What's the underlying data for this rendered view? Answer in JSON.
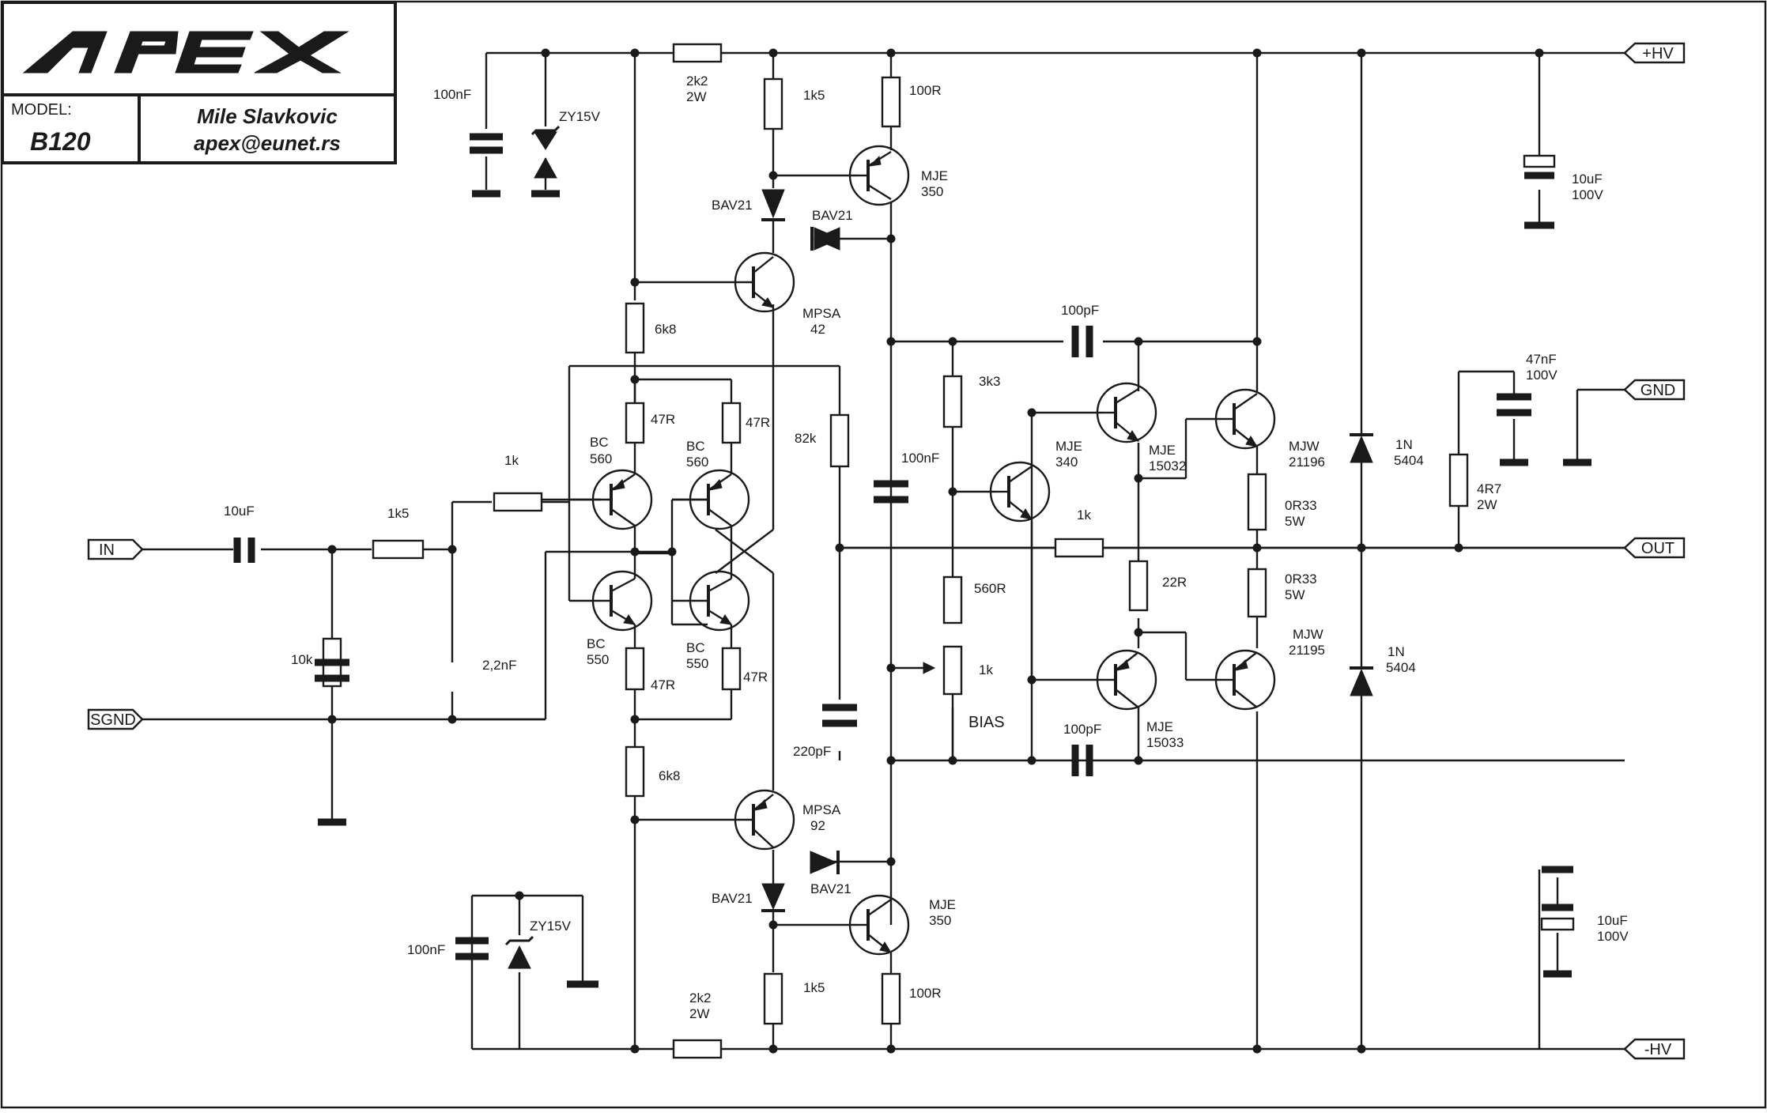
{
  "title_block": {
    "logo": "APEX",
    "model_label": "MODEL:",
    "model_value": "B120",
    "author": "Mile Slavkovic",
    "email": "apex@eunet.rs"
  },
  "ports": {
    "in": "IN",
    "sgnd": "SGND",
    "out": "OUT",
    "gnd": "GND",
    "hv_pos": "+HV",
    "hv_neg": "-HV"
  },
  "labels": {
    "c_top_100nF": "100nF",
    "zy_top": "ZY15V",
    "r_2k2_top_a": "2k2",
    "r_2k2_top_b": "2W",
    "r_1k5_top": "1k5",
    "r_100R_top": "100R",
    "mje350_top_a": "MJE",
    "mje350_top_b": "350",
    "bav21_a": "BAV21",
    "bav21_b": "BAV21",
    "mpsa42_a": "MPSA",
    "mpsa42_b": "42",
    "r_6k8_top": "6k8",
    "r_47R_1": "47R",
    "r_47R_2": "47R",
    "r_82k": "82k",
    "bc560_l_a": "BC",
    "bc560_l_b": "560",
    "bc560_r_a": "BC",
    "bc560_r_b": "560",
    "r_1k_in": "1k",
    "c_10uF_in": "10uF",
    "r_1k5_in": "1k5",
    "r_10k": "10k",
    "c_2n2": "2,2nF",
    "bc550_l_a": "BC",
    "bc550_l_b": "550",
    "bc550_r_a": "BC",
    "bc550_r_b": "550",
    "r_47R_3": "47R",
    "r_47R_4": "47R",
    "r_6k8_bot": "6k8",
    "c_220pF": "220pF",
    "mpsa92_a": "MPSA",
    "mpsa92_b": "92",
    "bav21_c": "BAV21",
    "bav21_d": "BAV21",
    "mje350_bot_a": "MJE",
    "mje350_bot_b": "350",
    "c_bot_100nF": "100nF",
    "zy_bot": "ZY15V",
    "r_1k5_bot": "1k5",
    "r_100R_bot": "100R",
    "r_2k2_bot_a": "2k2",
    "r_2k2_bot_b": "2W",
    "c_100pF_top": "100pF",
    "r_3k3": "3k3",
    "c_100nF_mid": "100nF",
    "mje340_a": "MJE",
    "mje340_b": "340",
    "mje15032_a": "MJE",
    "mje15032_b": "15032",
    "mjw21196_a": "MJW",
    "mjw21196_b": "21196",
    "r_0R33_1a": "0R33",
    "r_0R33_1b": "5W",
    "r_1k_fb": "1k",
    "r_560R": "560R",
    "r_22R": "22R",
    "r_0R33_2a": "0R33",
    "r_0R33_2b": "5W",
    "mjw21195_a": "MJW",
    "mjw21195_b": "21195",
    "pot_1k": "1k",
    "bias": "BIAS",
    "c_100pF_bot": "100pF",
    "mje15033_a": "MJE",
    "mje15033_b": "15033",
    "d_1n5404_top_a": "1N",
    "d_1n5404_top_b": "5404",
    "d_1n5404_bot_a": "1N",
    "d_1n5404_bot_b": "5404",
    "c_10uF_top_a": "10uF",
    "c_10uF_top_b": "100V",
    "c_10uF_bot_a": "10uF",
    "c_10uF_bot_b": "100V",
    "c_47nF_a": "47nF",
    "c_47nF_b": "100V",
    "r_4R7_a": "4R7",
    "r_4R7_b": "2W"
  }
}
